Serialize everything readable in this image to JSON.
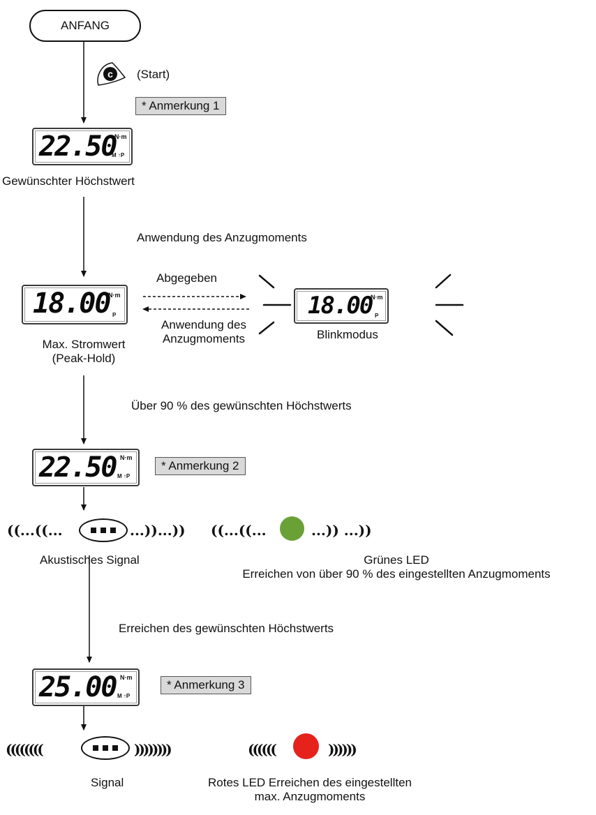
{
  "start": {
    "label": "ANFANG",
    "key_letter": "c",
    "key_caption": "(Start)"
  },
  "notes": [
    "* Anmerkung 1",
    "* Anmerkung 2",
    "* Anmerkung 3"
  ],
  "displays": {
    "target": {
      "value": "22.50",
      "unit": "N·m",
      "mode": "M ↑P",
      "caption": "Gewünschter Höchstwert"
    },
    "peak": {
      "value": "18.00",
      "unit": "N·m",
      "mode": "P",
      "caption_line1": "Max. Stromwert",
      "caption_line2": "(Peak-Hold)"
    },
    "blink": {
      "value": "18.00",
      "unit": "N·m",
      "mode": "P",
      "caption": "Blinkmodus"
    },
    "ninety": {
      "value": "22.50",
      "unit": "N·m",
      "mode": "M ↑P"
    },
    "final": {
      "value": "25.00",
      "unit": "N·m",
      "mode": "M ↑P"
    }
  },
  "steps": {
    "apply": "Anwendung des Anzugmoments",
    "released": "Abgegeben",
    "reapply_line1": "Anwendung des",
    "reapply_line2": "Anzugmoments",
    "over90": "Über 90 % des gewünschten Höchstwerts",
    "reach": "Erreichen des gewünschten Höchstwerts"
  },
  "signals": {
    "beep_left": "((...((...",
    "beep_right": "...))...))",
    "green_left": "((...((...",
    "green_right": "...)) ...))",
    "acoustic_caption": "Akustisches Signal",
    "green_caption_line1": "Grünes LED",
    "green_caption_line2": "Erreichen von über 90 % des eingestellten Anzugmoments",
    "final_beep_left": "((((((((",
    "final_beep_right": "))))))))",
    "red_left": "((((((",
    "red_right": "))))))",
    "signal_caption": "Signal",
    "red_caption_line1": "Rotes LED Erreichen des eingestellten",
    "red_caption_line2": "max. Anzugmoments"
  },
  "colors": {
    "green_led": "#6aa136",
    "red_led": "#e5221c",
    "note_bg": "#d9d9d9"
  }
}
